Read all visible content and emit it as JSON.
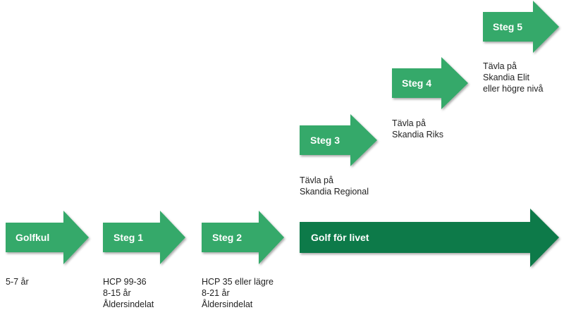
{
  "colors": {
    "arrow_light": "#34a96b",
    "arrow_dark": "#0f7a48",
    "label_text": "#ffffff",
    "desc_text": "#222222"
  },
  "steps": [
    {
      "label": "Golfkul",
      "desc": [
        "5-7 år"
      ]
    },
    {
      "label": "Steg 1",
      "desc": [
        "HCP 99-36",
        "8-15 år",
        "Åldersindelat"
      ]
    },
    {
      "label": "Steg 2",
      "desc": [
        "HCP 35 eller lägre",
        "8-21 år",
        "Åldersindelat"
      ]
    },
    {
      "label": "Steg 3",
      "desc": [
        "Tävla på",
        "Skandia Regional"
      ]
    },
    {
      "label": "Steg 4",
      "desc": [
        "Tävla på",
        "Skandia Riks"
      ]
    },
    {
      "label": "Steg 5",
      "desc": [
        "Tävla på",
        "Skandia Elit",
        "eller högre nivå"
      ]
    },
    {
      "label": "Golf för livet",
      "desc": []
    }
  ]
}
